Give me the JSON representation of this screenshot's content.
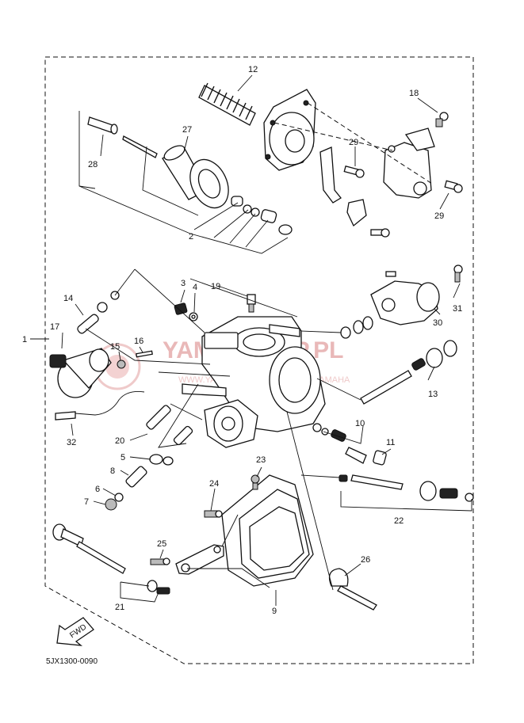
{
  "diagram": {
    "catalog_code": "5JX1300-0090",
    "watermark_main": "YAMASKLEP.PL",
    "watermark_sub": "WWW.YAMASKLEP.PL - DEALER YAMAHA",
    "fwd_label": "FWD",
    "callouts": {
      "c1": "1",
      "c2": "2",
      "c3": "3",
      "c4": "4",
      "c5": "5",
      "c6": "6",
      "c7": "7",
      "c8": "8",
      "c9": "9",
      "c10": "10",
      "c11": "11",
      "c12": "12",
      "c13": "13",
      "c14": "14",
      "c15": "15",
      "c16": "16",
      "c17": "17",
      "c18": "18",
      "c19": "19",
      "c20": "20",
      "c21": "21",
      "c22": "22",
      "c23": "23",
      "c24": "24",
      "c25": "25",
      "c26": "26",
      "c27": "27",
      "c28": "28",
      "c29a": "29",
      "c29b": "29",
      "c30": "30",
      "c31": "31",
      "c32": "32"
    }
  }
}
